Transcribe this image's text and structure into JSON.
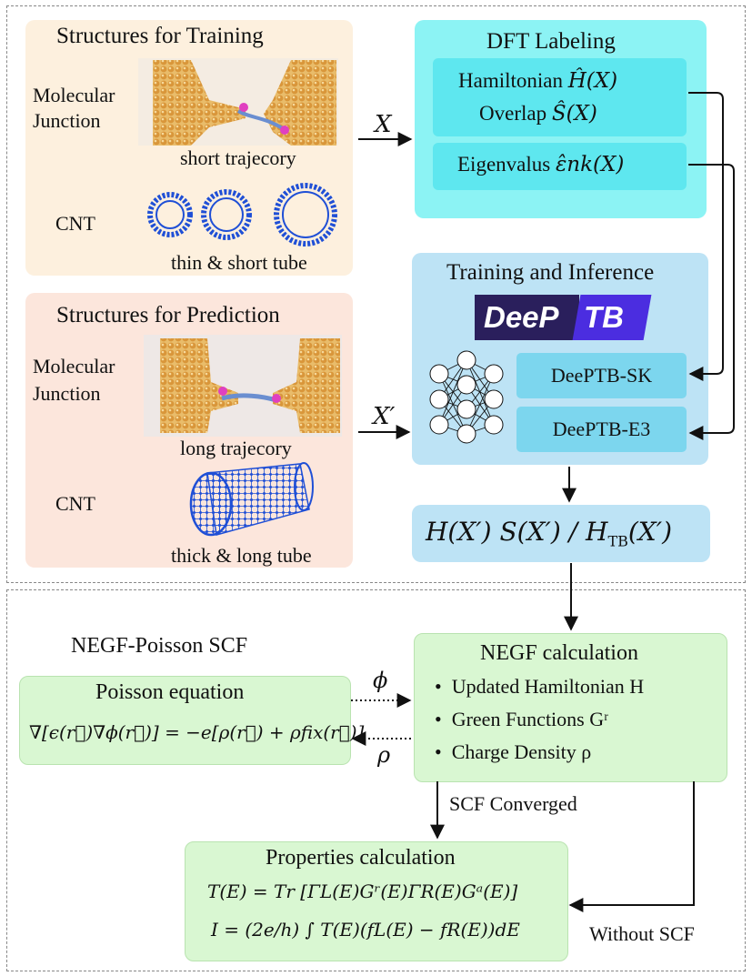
{
  "training": {
    "title": "Structures for Training",
    "mol_label_1": "Molecular",
    "mol_label_2": "Junction",
    "traj_caption": "short trajecory",
    "cnt_label": "CNT",
    "tube_caption": "thin & short tube"
  },
  "prediction": {
    "title": "Structures for Prediction",
    "mol_label_1": "Molecular",
    "mol_label_2": "Junction",
    "traj_caption": "long trajecory",
    "cnt_label": "CNT",
    "tube_caption": "thick & long tube"
  },
  "arrows": {
    "x_label": "X",
    "xprime_label": "X′",
    "phi_label": "ϕ",
    "rho_label": "ρ",
    "scf_converged": "SCF Converged",
    "without_scf": "Without SCF"
  },
  "dft": {
    "title": "DFT Labeling",
    "hamiltonian_text": "Hamiltonian ",
    "hamiltonian_math": "Ĥ(X)",
    "overlap_text": "Overlap ",
    "overlap_math": "Ŝ(X)",
    "eigen_text": "Eigenvalus ",
    "eigen_math": "ε̂nk(X)"
  },
  "training_inference": {
    "title": "Training and Inference",
    "logo_left": "Dee",
    "logo_p": "P",
    "logo_right": "TB",
    "sk_label": "DeePTB-SK",
    "e3_label": "DeePTB-E3"
  },
  "output": {
    "formula": "H(X′) S(X′) / H_TB(X′)",
    "h_part": "H(X′) S(X′) / H",
    "tb_sub": "TB",
    "tail": "(X′)"
  },
  "negf_section": {
    "scf_title": "NEGF-Poisson SCF",
    "poisson_title": "Poisson equation",
    "poisson_formula": "∇[ϵ(r⃗)∇ϕ(r⃗)] = −e[ρ(r⃗) + ρfix(r⃗)]",
    "negf_title": "NEGF calculation",
    "bullets": [
      "Updated Hamiltonian H",
      "Green Functions Gʳ",
      "Charge Density ρ"
    ],
    "properties_title": "Properties calculation",
    "transmission_formula": "T(E) = Tr [ΓL(E)Gʳ(E)ΓR(E)Gᵃ(E)]",
    "current_formula": "I = (2e/h) ∫ T(E)(fL(E) − fR(E))dE"
  },
  "colors": {
    "peach": "#fdf0de",
    "salmon": "#fce6dc",
    "cyan_light": "#8cf3f4",
    "cyan_mid": "#5ee7ef",
    "blue_light": "#bde3f5",
    "blue_mid": "#7cd6ee",
    "green_light": "#d9f7d2",
    "atom_gold": "#e0a84a",
    "cnt_blue": "#1f4fd6",
    "logo_dark": "#2a1f5c",
    "logo_purple": "#4b2de0"
  }
}
